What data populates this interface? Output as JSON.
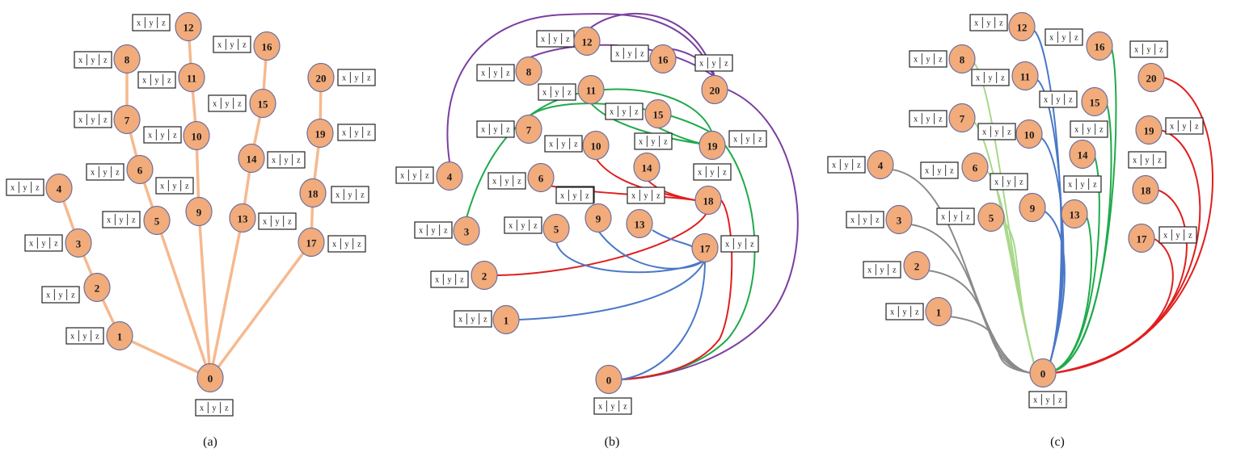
{
  "palette": {
    "node_fill": "#f2ab7b",
    "node_stroke": "#6a6fa0",
    "tree_edge": "#f6b98f",
    "purple": "#7a3fa0",
    "green": "#1faa4a",
    "red": "#e01f1f",
    "blue": "#4a78c8",
    "gray": "#8a8a8a",
    "light_green": "#a8d88a"
  },
  "xyz_letters": [
    "x",
    "y",
    "z"
  ],
  "panels": [
    {
      "id": "a",
      "caption": "(a)"
    },
    {
      "id": "b",
      "caption": "(b)"
    },
    {
      "id": "c",
      "caption": "(c)"
    }
  ],
  "node_labels": [
    "0",
    "1",
    "2",
    "3",
    "4",
    "5",
    "6",
    "7",
    "8",
    "9",
    "10",
    "11",
    "12",
    "13",
    "14",
    "15",
    "16",
    "17",
    "18",
    "19",
    "20"
  ]
}
